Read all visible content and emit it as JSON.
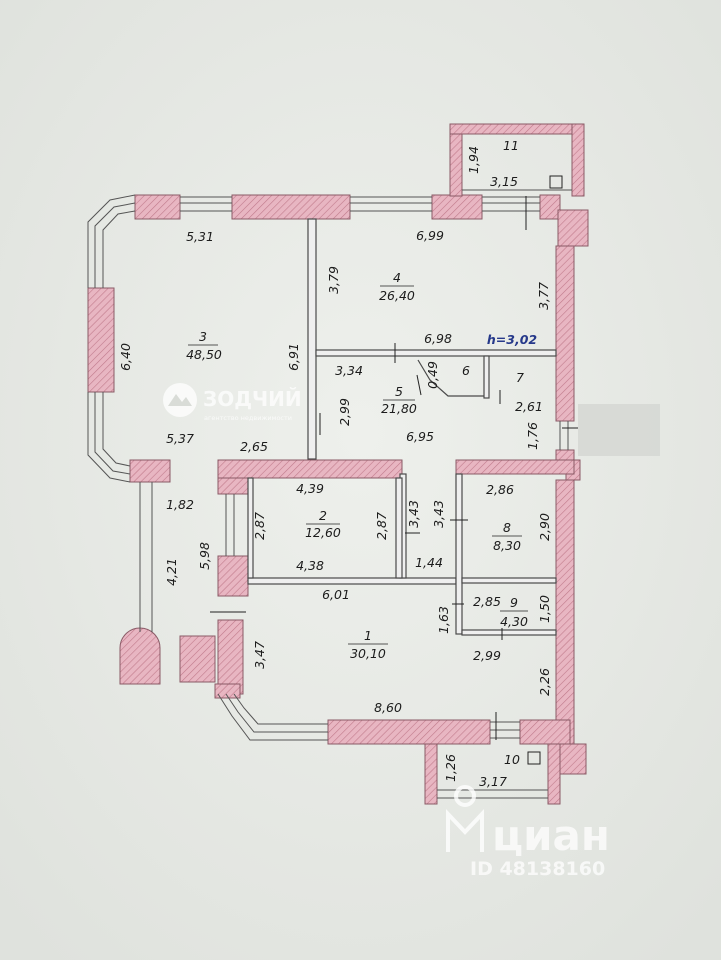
{
  "plan": {
    "height_label": "h=3,02",
    "rooms": [
      {
        "id": "room-1",
        "number": "1",
        "area": "30,10"
      },
      {
        "id": "room-2",
        "number": "2",
        "area": "12,60"
      },
      {
        "id": "room-3",
        "number": "3",
        "area": "48,50"
      },
      {
        "id": "room-4",
        "number": "4",
        "area": "26,40"
      },
      {
        "id": "room-5",
        "number": "5",
        "area": "21,80"
      },
      {
        "id": "room-6",
        "number": "6",
        "area": ""
      },
      {
        "id": "room-7",
        "number": "7",
        "area": ""
      },
      {
        "id": "room-8",
        "number": "8",
        "area": "8,30"
      },
      {
        "id": "room-9",
        "number": "9",
        "area": "4,30"
      },
      {
        "id": "room-10",
        "number": "10",
        "area": ""
      },
      {
        "id": "room-11",
        "number": "11",
        "area": ""
      }
    ],
    "dimensions": [
      "5,31",
      "6,99",
      "3,79",
      "3,77",
      "6,40",
      "6,91",
      "6,98",
      "3,34",
      "0,49",
      "2,99",
      "2,61",
      "5,37",
      "2,65",
      "6,95",
      "1,76",
      "4,39",
      "3,43",
      "3,43",
      "2,86",
      "1,82",
      "2,87",
      "2,87",
      "2,90",
      "4,21",
      "5,98",
      "4,38",
      "1,44",
      "6,01",
      "2,85",
      "1,50",
      "1,63",
      "2,99",
      "3,47",
      "2,26",
      "8,60",
      "1,26",
      "3,17",
      "1,94",
      "3,15"
    ]
  },
  "watermarks": {
    "agency": "ЗОДЧИЙ",
    "agency_sub": "агентство недвижимости",
    "site": "циан",
    "listing_id": "ID 48138160"
  }
}
